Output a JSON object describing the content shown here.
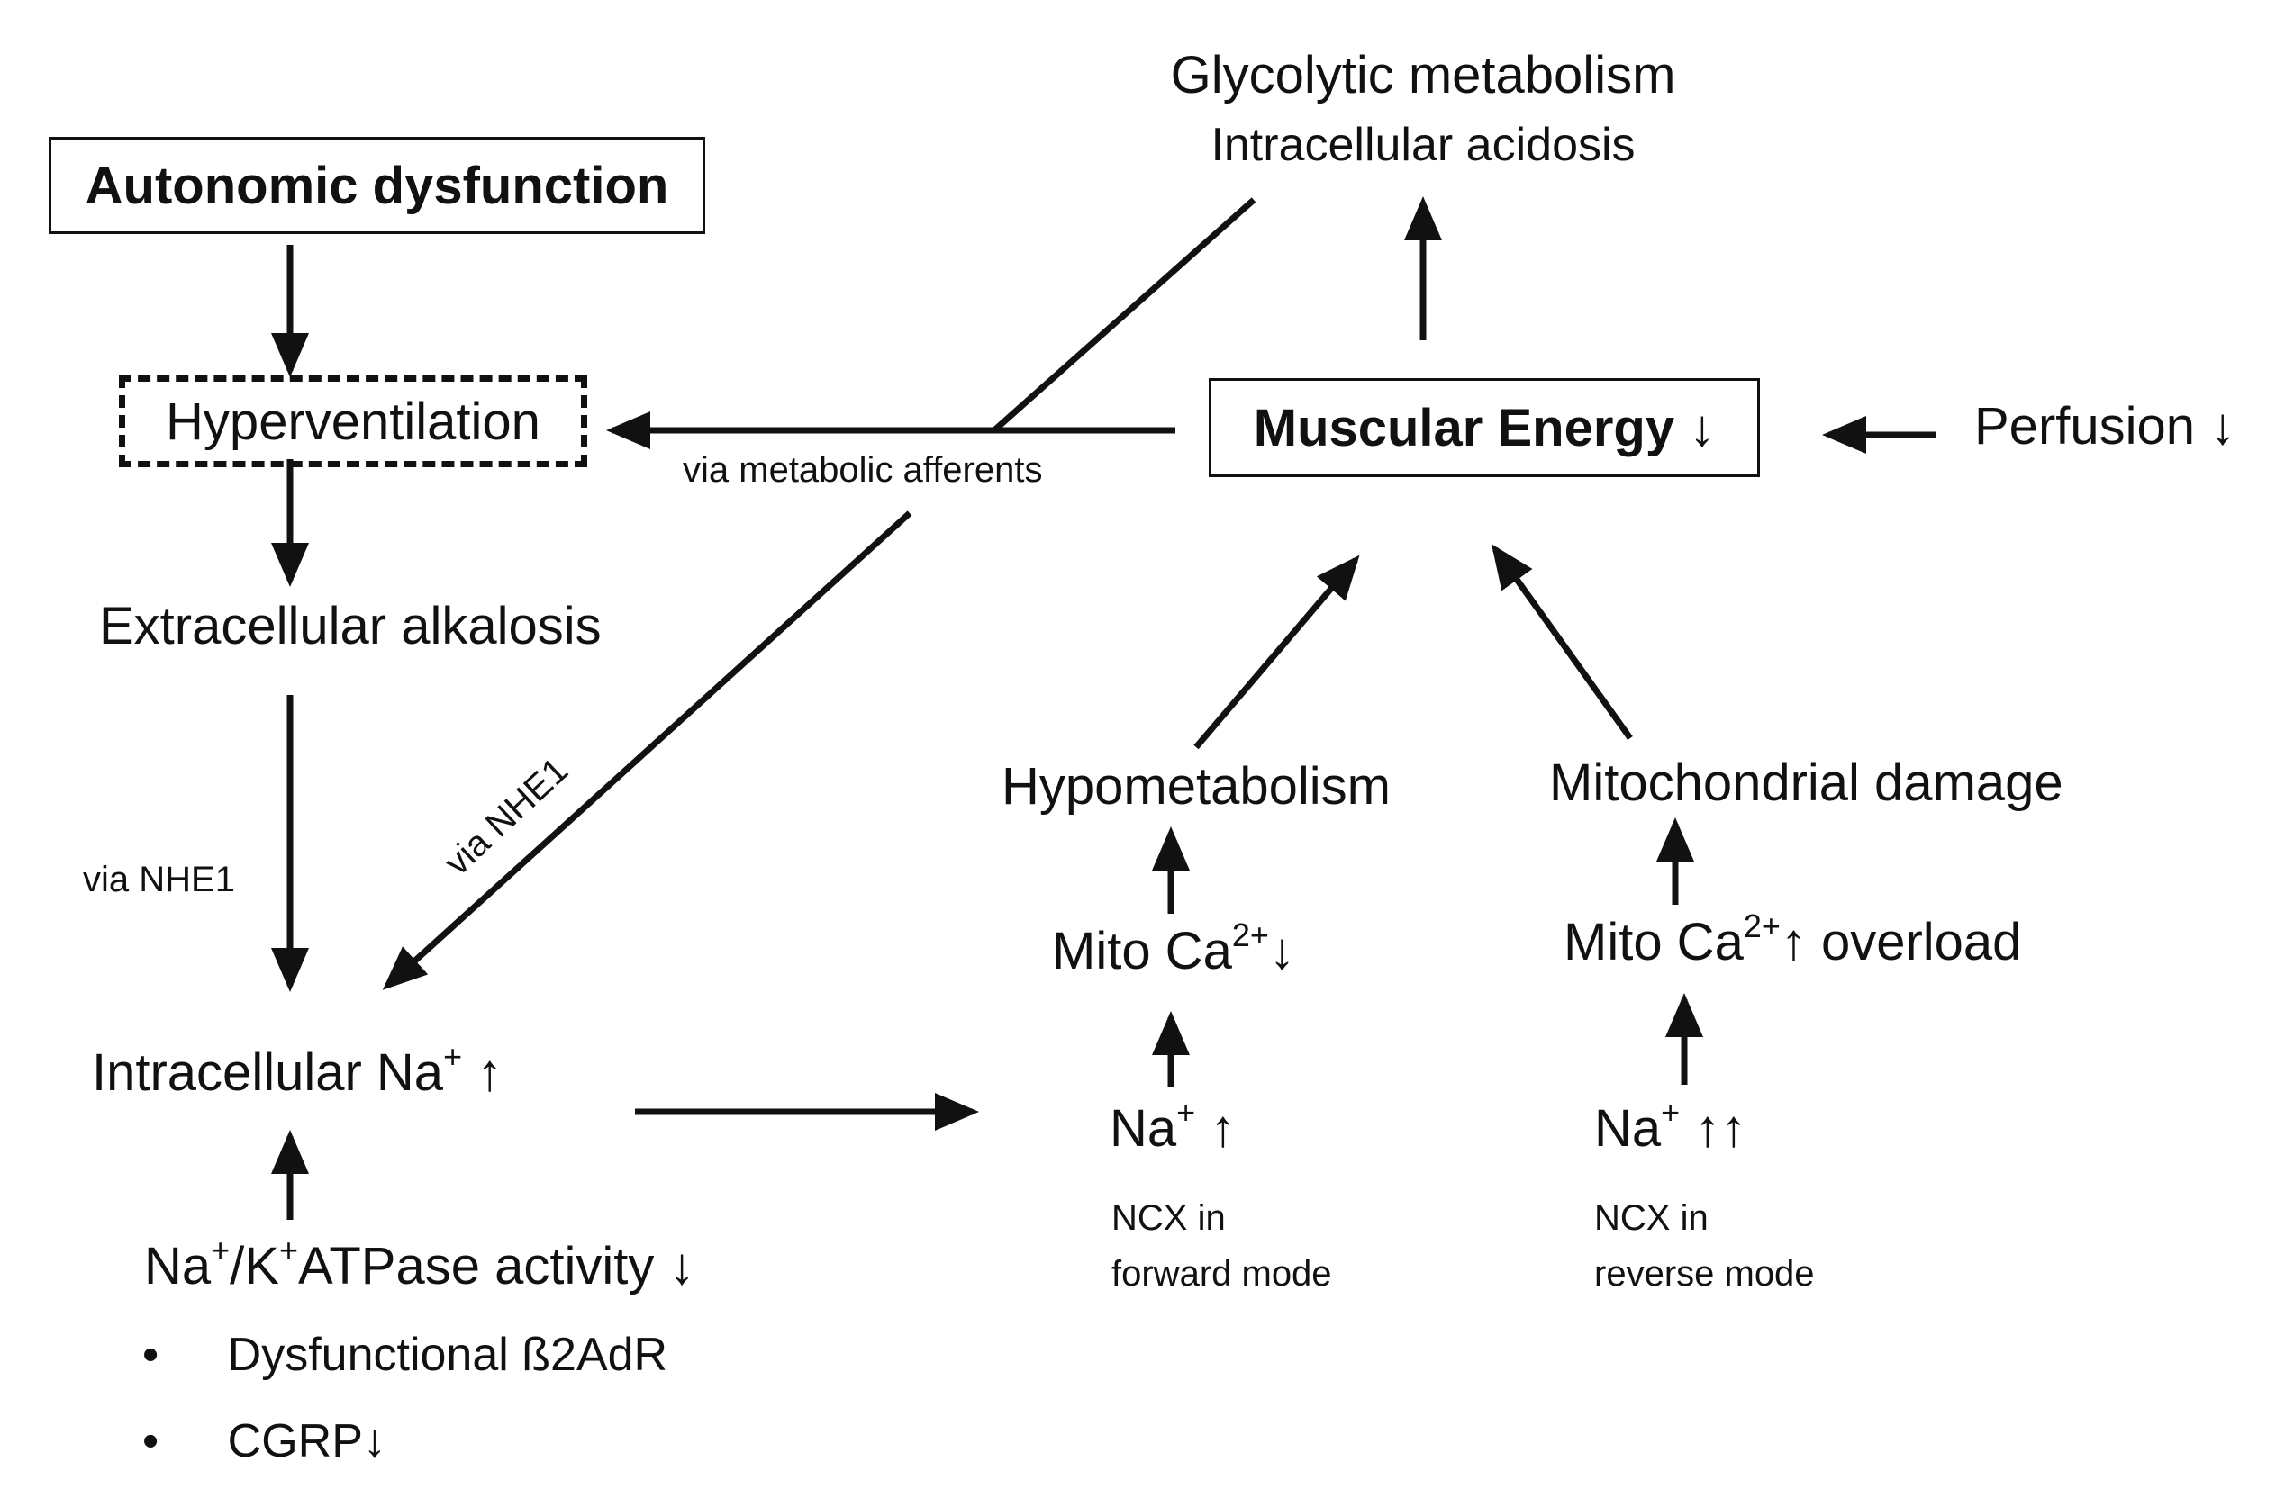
{
  "nodes": {
    "autonomic_dysfunction": "Autonomic dysfunction",
    "hyperventilation": "Hyperventilation",
    "extracellular_alkalosis": "Extracellular alkalosis",
    "intracellular_na_text": "Intracellular Na",
    "intracellular_na_sup": "+",
    "intracellular_na_arrow": " ↑",
    "atpase_na": "Na",
    "atpase_sup1": "+",
    "atpase_k": "/K",
    "atpase_sup2": "+",
    "atpase_rest": "ATPase activity ↓",
    "bullet_1": "Dysfunctional ß2AdR",
    "bullet_2": "CGRP↓",
    "bullet_symbol": "•",
    "glycolytic_metabolism": "Glycolytic metabolism",
    "intracellular_acidosis": "Intracellular acidosis",
    "muscular_energy": "Muscular Energy ↓",
    "perfusion": "Perfusion ↓",
    "hypometabolism": "Hypometabolism",
    "mitochondrial_damage": "Mitochondrial damage",
    "mito_ca_low_text": "Mito Ca",
    "mito_ca_low_sup": "2+",
    "mito_ca_low_arrow": "↓",
    "mito_ca_high_text": "Mito Ca",
    "mito_ca_high_sup": "2+",
    "mito_ca_high_arrow": "↑ overload",
    "na_forward_text": "Na",
    "na_forward_sup": "+",
    "na_forward_arrow": " ↑",
    "na_reverse_text": "Na",
    "na_reverse_sup": "+",
    "na_reverse_arrow": " ↑↑",
    "ncx_forward_line1": "NCX in",
    "ncx_forward_line2": "forward mode",
    "ncx_reverse_line1": "NCX in",
    "ncx_reverse_line2": "reverse mode"
  },
  "edge_labels": {
    "via_metabolic_afferents": "via metabolic afferents",
    "via_nhe1_vertical": "via NHE1",
    "via_nhe1_diagonal": "via NHE1"
  },
  "colors": {
    "ink": "#111111",
    "background": "#ffffff"
  }
}
